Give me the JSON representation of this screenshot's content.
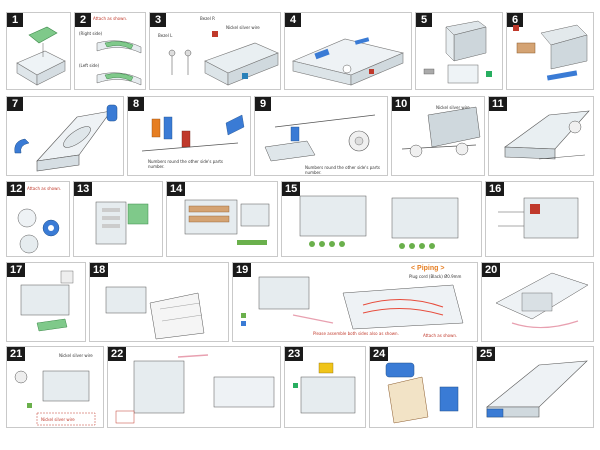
{
  "steps": [
    {
      "num": "1"
    },
    {
      "num": "2"
    },
    {
      "num": "3"
    },
    {
      "num": "4"
    },
    {
      "num": "5"
    },
    {
      "num": "6"
    },
    {
      "num": "7"
    },
    {
      "num": "8"
    },
    {
      "num": "9"
    },
    {
      "num": "10"
    },
    {
      "num": "11"
    },
    {
      "num": "12"
    },
    {
      "num": "13"
    },
    {
      "num": "14"
    },
    {
      "num": "15"
    },
    {
      "num": "16"
    },
    {
      "num": "17"
    },
    {
      "num": "18"
    },
    {
      "num": "19"
    },
    {
      "num": "20"
    },
    {
      "num": "21"
    },
    {
      "num": "22"
    },
    {
      "num": "23"
    },
    {
      "num": "24"
    },
    {
      "num": "25"
    }
  ],
  "notes": {
    "step2_attach": "Attach as shown.",
    "step2_right": "(Right side)",
    "step2_left": "(Left side)",
    "step3_bezel": "Bezel R",
    "step3_bezel_l": "Bezel L",
    "step3_wire": "Nickel silver wire",
    "step8_numbers": "Numbers round the other side's parts number.",
    "step9_numbers": "Numbers round the other side's parts number.",
    "step10_wire": "Nickel silver wire",
    "step12_attach": "Attach as shown.",
    "step19_piping": "< Piping >",
    "step19_plug": "Plug cord (Black)  Ø0.9mm",
    "step19_pipe_note": "Please assemble both sides also as shown.",
    "step19_attach": "Attach as shown.",
    "step21_wire": "Nickel silver wire",
    "step21_wire2": "Nickel silver wire"
  }
}
